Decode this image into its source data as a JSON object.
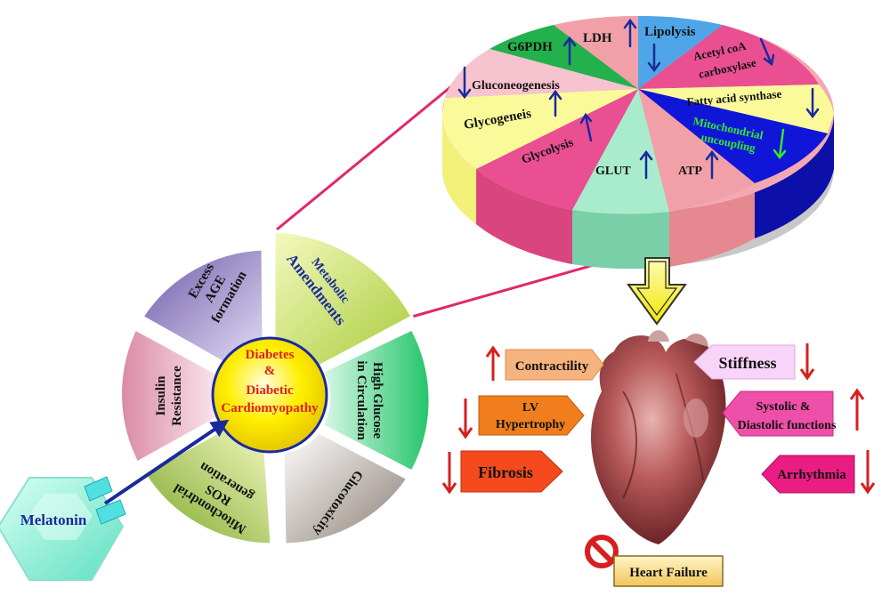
{
  "center": {
    "line1": "Diabetes",
    "line2": "&",
    "line3": "Diabetic",
    "line4": "Cardiomyopathy"
  },
  "segments": {
    "metabolic": [
      "Metabolic",
      "Amendments"
    ],
    "glucose": [
      "High Glucose",
      "in Circulation"
    ],
    "glucotoxicity": [
      "Glucotoxicity"
    ],
    "mito_ros": [
      "Mitochondrial",
      "ROS",
      "generation"
    ],
    "insulin": [
      "Insulin",
      "Resistance"
    ],
    "age": [
      "Excess",
      "AGE",
      "formation"
    ]
  },
  "melatonin": "Melatonin",
  "pie": {
    "ldh": "LDH",
    "lipolysis": "Lipolysis",
    "acetyl": [
      "Acetyl coA",
      "carboxylase"
    ],
    "fas": "Fatty acid synthase",
    "mito_unc": [
      "Mitochondrial",
      "uncoupling"
    ],
    "atp": "ATP",
    "glut": "GLUT",
    "glycolysis": "Glycolysis",
    "glycogenesis": "Glycogeneis",
    "gluconeo": "Gluconeogenesis",
    "g6pdh": "G6PDH"
  },
  "effects": {
    "contractility": "Contractility",
    "lv": [
      "LV",
      "Hypertrophy"
    ],
    "fibrosis": "Fibrosis",
    "stiffness": "Stiffness",
    "systolic": [
      "Systolic &",
      "Diastolic functions"
    ],
    "arrhythmia": "Arrhythmia"
  },
  "heart_failure": "Heart Failure",
  "colors": {
    "pie_pink": "#f2a0a8",
    "pie_green": "#22b14c",
    "pie_blue": "#4ea6e8",
    "pie_magenta": "#ea4f92",
    "pie_yellow": "#fafa9a",
    "pie_dark_blue": "#1016d8",
    "pie_mint": "#a8eccd",
    "arrow_blue": "#1a2a9c",
    "arrow_red": "#d62020",
    "center_fill": "#ffee00",
    "center_text": "#e0201c"
  },
  "icons": [
    "up-arrow-icon",
    "down-arrow-icon",
    "block-sign-icon",
    "down-chevron-arrow-icon",
    "heart-image"
  ]
}
